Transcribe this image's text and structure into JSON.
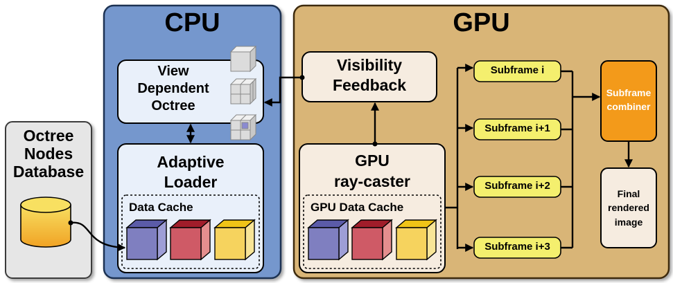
{
  "title": "",
  "panels": {
    "cpu": {
      "title": "CPU",
      "color": "#7597cd"
    },
    "gpu": {
      "title": "GPU",
      "color": "#d9b577"
    },
    "database": {
      "lines": [
        "Octree",
        "Nodes",
        "Database"
      ],
      "color": "#e6e6e6"
    }
  },
  "nodes": {
    "view_octree": {
      "lines": [
        "View",
        "Dependent",
        "Octree"
      ]
    },
    "adaptive_loader": {
      "lines": [
        "Adaptive",
        "Loader"
      ]
    },
    "data_cache": {
      "label": "Data Cache"
    },
    "visibility_feedback": {
      "lines": [
        "Visibility",
        "Feedback"
      ]
    },
    "ray_caster": {
      "lines": [
        "GPU",
        "ray-caster"
      ]
    },
    "gpu_data_cache": {
      "label": "GPU Data Cache"
    },
    "subframes": [
      "Subframe i",
      "Subframe i+1",
      "Subframe i+2",
      "Subframe i+3"
    ],
    "combiner": {
      "lines": [
        "Subframe",
        "combiner"
      ],
      "color": "#f39a1a"
    },
    "final_image": {
      "lines": [
        "Final",
        "rendered",
        "image"
      ]
    }
  },
  "cache_colors": [
    "#7f7fc0",
    "#cf5a66",
    "#f6d35e"
  ],
  "subframe_color": "#f4ef6e"
}
